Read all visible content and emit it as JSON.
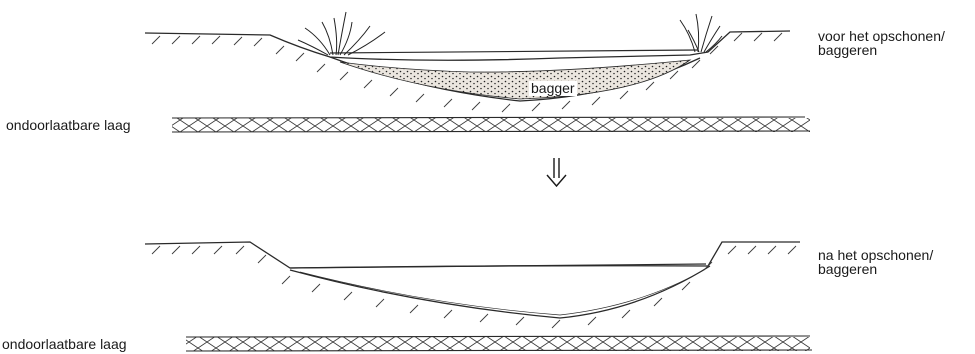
{
  "labels": {
    "before_line1": "voor het opschonen/",
    "before_line2": "baggeren",
    "after_line1": "na het opschonen/",
    "after_line2": "baggeren",
    "layer_top": "ondoorlaatbare laag",
    "layer_bottom": "ondoorlaatbare laag",
    "sediment": "bagger"
  },
  "arrow_symbol": "⇓",
  "colors": {
    "ink": "#2a2a2a",
    "sediment_fill": "#ebe6df",
    "paper": "#ffffff"
  }
}
